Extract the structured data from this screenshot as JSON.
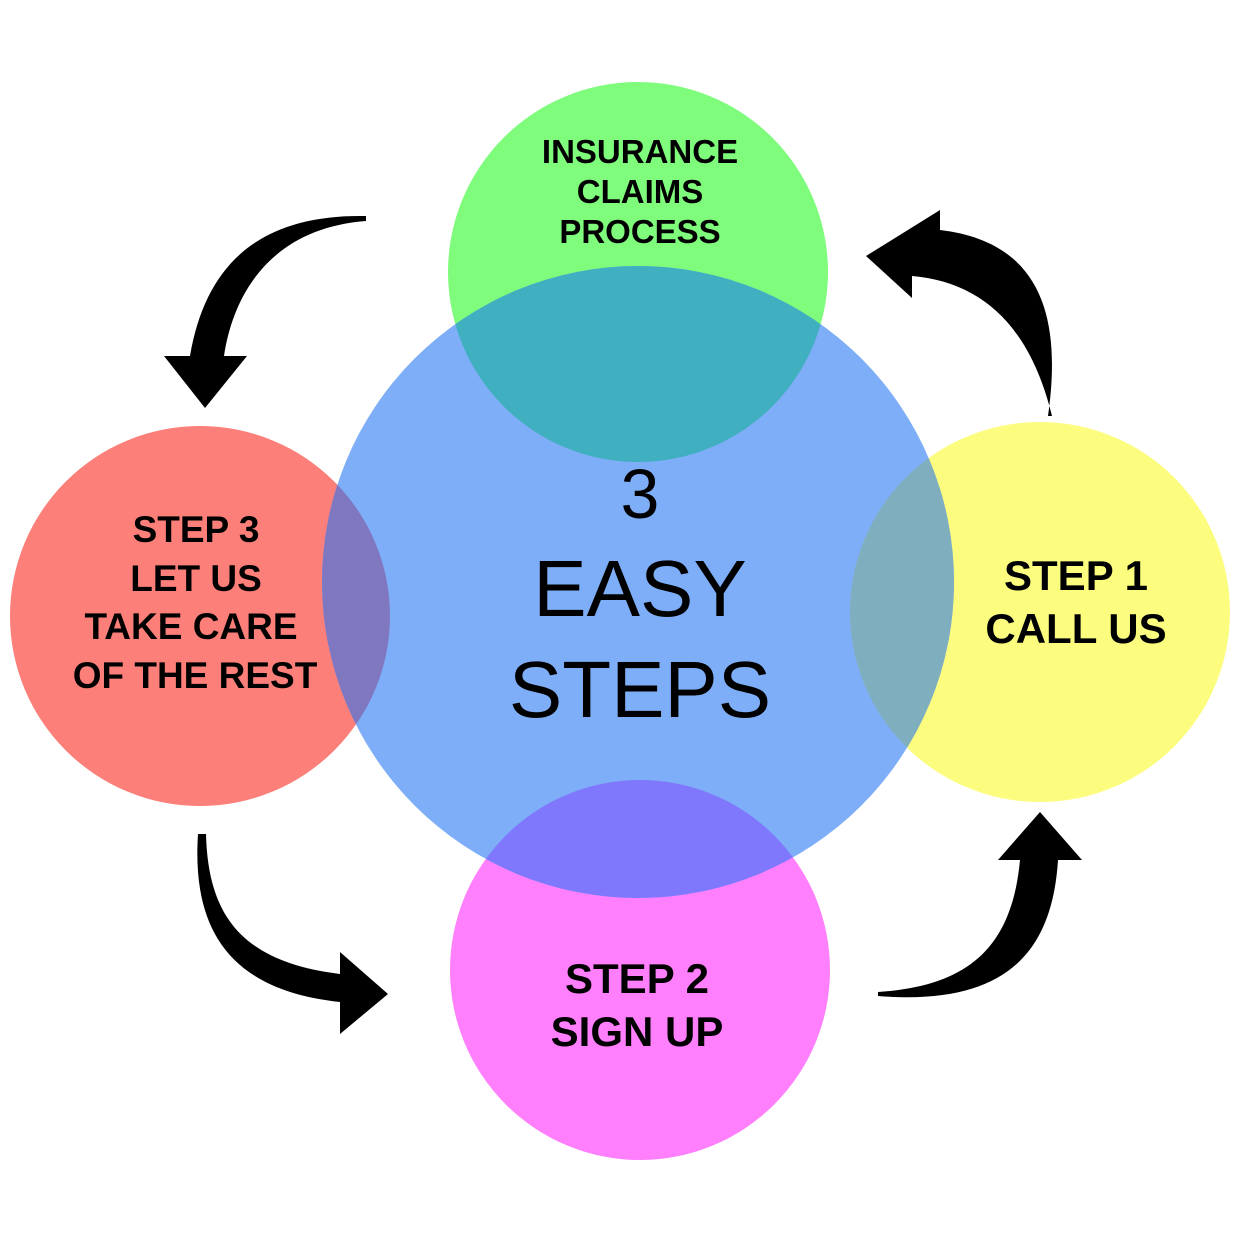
{
  "center": {
    "line1": "3",
    "line2": "EASY",
    "line3": "STEPS",
    "color": "#7FAEF8"
  },
  "top_circle": {
    "line1": "INSURANCE",
    "line2": "CLAIMS",
    "line3": "PROCESS",
    "color": "#7FFC7C"
  },
  "right_circle": {
    "line1": "STEP 1",
    "line2": "CALL US",
    "color": "#FCFC7F"
  },
  "bottom_circle": {
    "line1": "STEP 2",
    "line2": "SIGN UP",
    "color": "#FF7FFC"
  },
  "left_circle": {
    "line1": "STEP 3",
    "line2": "LET US",
    "line3": "TAKE CARE",
    "line4": "OF THE REST",
    "color": "#FC7F7A"
  },
  "overlaps": {
    "top_center": "#40AFBF",
    "right_center": "#7FAFBF",
    "bottom_center": "#7F77FC",
    "left_center": "#7F77BF"
  },
  "arrow_color": "#000000",
  "arrows": [
    {
      "name": "arrow-step1-to-top",
      "icon": "curved-arrow-icon"
    },
    {
      "name": "arrow-top-to-step3",
      "icon": "curved-arrow-icon"
    },
    {
      "name": "arrow-step3-to-step2",
      "icon": "curved-arrow-icon"
    },
    {
      "name": "arrow-step2-to-step1",
      "icon": "curved-arrow-icon"
    }
  ]
}
